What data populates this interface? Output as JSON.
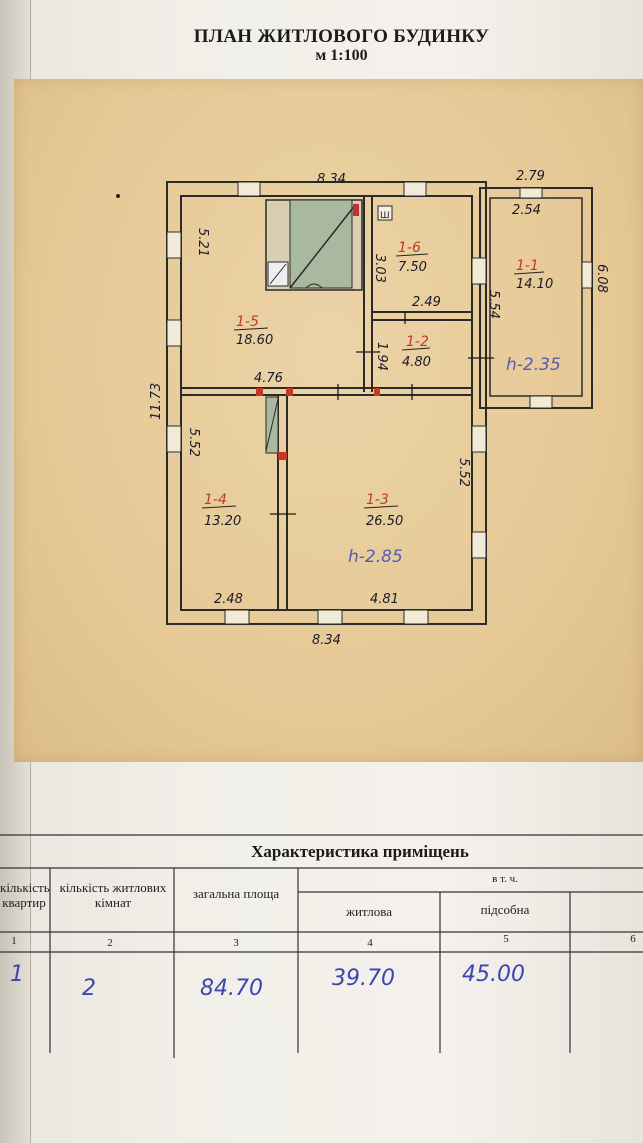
{
  "header": {
    "title": "ПЛАН ЖИТЛОВОГО БУДИНКУ",
    "scale": "м 1:100"
  },
  "plan": {
    "outer_dims": {
      "top_width": "8.34",
      "bottom_width": "8.34",
      "left_height": "11.73"
    },
    "annex_dims": {
      "top_outer": "2.79",
      "top_inner": "2.54",
      "right_height": "6.08",
      "inner_height": "5.54",
      "ceiling": "h-2.35"
    },
    "inner_dims": {
      "room5_height": "5.21",
      "room5_width": "4.76",
      "room6_height": "3.03",
      "room6_width": "2.49",
      "room2_height": "1.94",
      "room4_height": "5.52",
      "room4_width": "2.48",
      "room3_height": "5.52",
      "room3_width": "4.81",
      "main_ceiling": "h-2.85"
    },
    "rooms": [
      {
        "id": "1-1",
        "area": "14.10"
      },
      {
        "id": "1-2",
        "area": "4.80"
      },
      {
        "id": "1-3",
        "area": "26.50"
      },
      {
        "id": "1-4",
        "area": "13.20"
      },
      {
        "id": "1-5",
        "area": "18.60"
      },
      {
        "id": "1-6",
        "area": "7.50"
      }
    ]
  },
  "table": {
    "title": "Характеристика приміщень",
    "headers": {
      "apartments": "кількість квартир",
      "living_rooms": "кількість житлових кімнат",
      "total_area": "загальна площа",
      "including": "в т. ч.",
      "living": "житлова",
      "auxiliary": "підсобна"
    },
    "column_numbers": [
      "1",
      "2",
      "3",
      "4",
      "5",
      "6"
    ],
    "row": {
      "apartments": "1",
      "living_rooms": "2",
      "total_area": "84.70",
      "living": "39.70",
      "auxiliary": "45.00"
    }
  }
}
